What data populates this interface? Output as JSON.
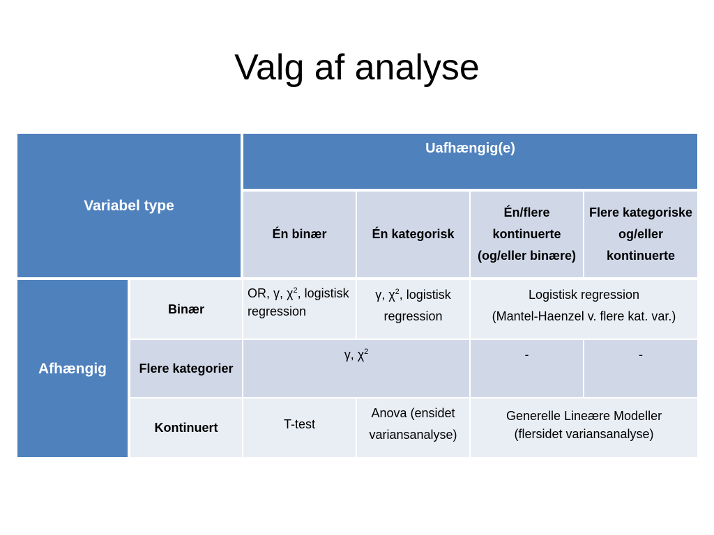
{
  "slide": {
    "title": "Valg af analyse"
  },
  "table": {
    "corner_header": "Variabel type",
    "independent_header": "Uafhængig(e)",
    "dependent_header": "Afhængig",
    "columns": [
      "Én binær",
      "Én kategorisk",
      "Én/flere kontinuerte (og/eller binære)",
      "Flere kategoriske og/eller kontinuerte"
    ],
    "rows": [
      {
        "label": "Binær",
        "cell1_pre": "OR, γ, χ",
        "cell1_sup": "2",
        "cell1_post": ", logistisk regression",
        "cell2_pre": "γ, χ",
        "cell2_sup": "2",
        "cell2_post": ", logistisk regression",
        "cell34_line1": "Logistisk regression",
        "cell34_line2": "(Mantel-Haenzel v. flere kat. var.)"
      },
      {
        "label": "Flere kategorier",
        "cell12_pre": "γ, χ",
        "cell12_sup": "2",
        "cell3": "-",
        "cell4": "-"
      },
      {
        "label": "Kontinuert",
        "cell1": "T-test",
        "cell2": "Anova (ensidet variansanalyse)",
        "cell34_line1": "Generelle Lineære Modeller",
        "cell34_line2": "(flersidet variansanalyse)"
      }
    ]
  }
}
